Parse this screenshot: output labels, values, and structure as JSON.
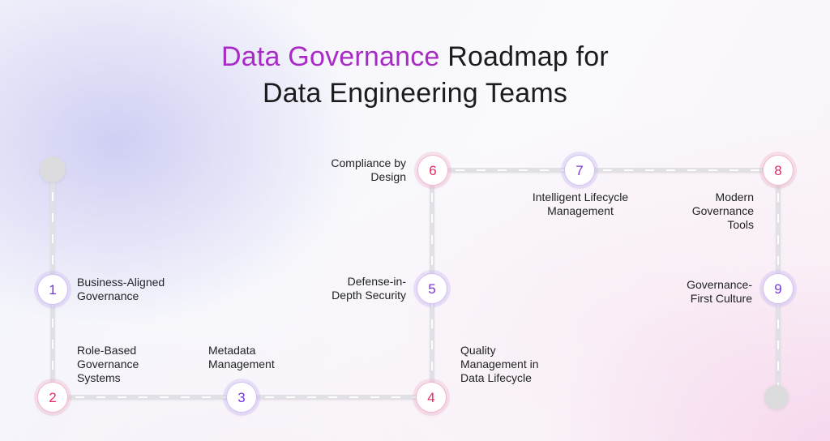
{
  "title": {
    "highlight": "Data Governance",
    "rest": " Roadmap for",
    "line2": "Data Engineering Teams"
  },
  "colors": {
    "title_highlight": "#a92bc6",
    "title_text": "#1c1c1e",
    "pink_number": "#e42a60",
    "pink_ring": "#f1b9cf",
    "purple_number": "#7b36d9",
    "purple_ring": "#d2c2f2",
    "road_gray": "#e0e0e5",
    "endpoint_dot_gray": "#dcdcdf",
    "label_text": "#222326"
  },
  "nodes": [
    {
      "num": "1",
      "color": "purple",
      "lines": [
        "Business-Aligned",
        "Governance"
      ]
    },
    {
      "num": "2",
      "color": "pink",
      "lines": [
        "Role-Based",
        "Governance",
        "Systems"
      ]
    },
    {
      "num": "3",
      "color": "purple",
      "lines": [
        "Metadata",
        "Management"
      ]
    },
    {
      "num": "4",
      "color": "pink",
      "lines": [
        "Quality",
        "Management in",
        "Data Lifecycle"
      ]
    },
    {
      "num": "5",
      "color": "purple",
      "lines": [
        "Defense-in-",
        "Depth Security"
      ]
    },
    {
      "num": "6",
      "color": "pink",
      "lines": [
        "Compliance by",
        "Design"
      ]
    },
    {
      "num": "7",
      "color": "purple",
      "lines": [
        "Intelligent Lifecycle",
        "Management"
      ]
    },
    {
      "num": "8",
      "color": "pink",
      "lines": [
        "Modern",
        "Governance",
        "Tools"
      ]
    },
    {
      "num": "9",
      "color": "purple",
      "lines": [
        "Governance-",
        "First Culture"
      ]
    }
  ]
}
